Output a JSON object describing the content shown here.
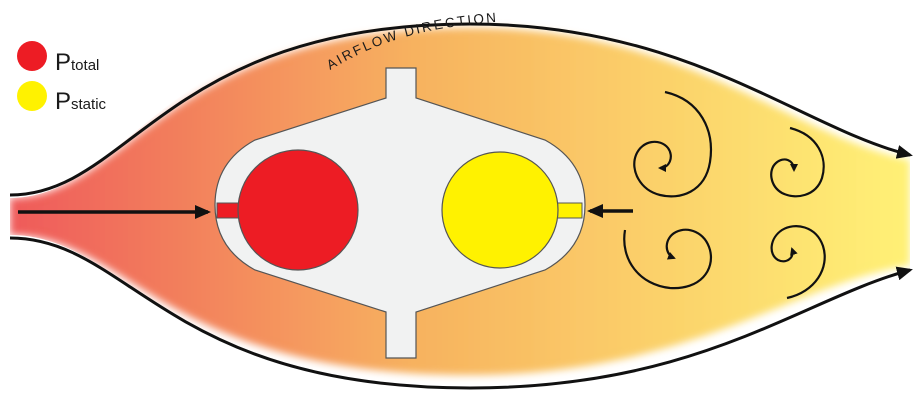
{
  "diagram": {
    "airflow_label": "AIRFLOW DIRECTION",
    "legend": [
      {
        "letter": "P",
        "subscript": "total",
        "color": "#ED1C24",
        "icon": "red-dot"
      },
      {
        "letter": "P",
        "subscript": "static",
        "color": "#FFF200",
        "icon": "yellow-dot"
      }
    ],
    "colors": {
      "flow_start": "#EF5A5A",
      "flow_mid": "#F7B25F",
      "flow_end": "#FFF176",
      "body_fill": "#F1F2F2",
      "total_port": "#ED1C24",
      "static_port": "#FFF200",
      "outline": "#111111"
    }
  }
}
